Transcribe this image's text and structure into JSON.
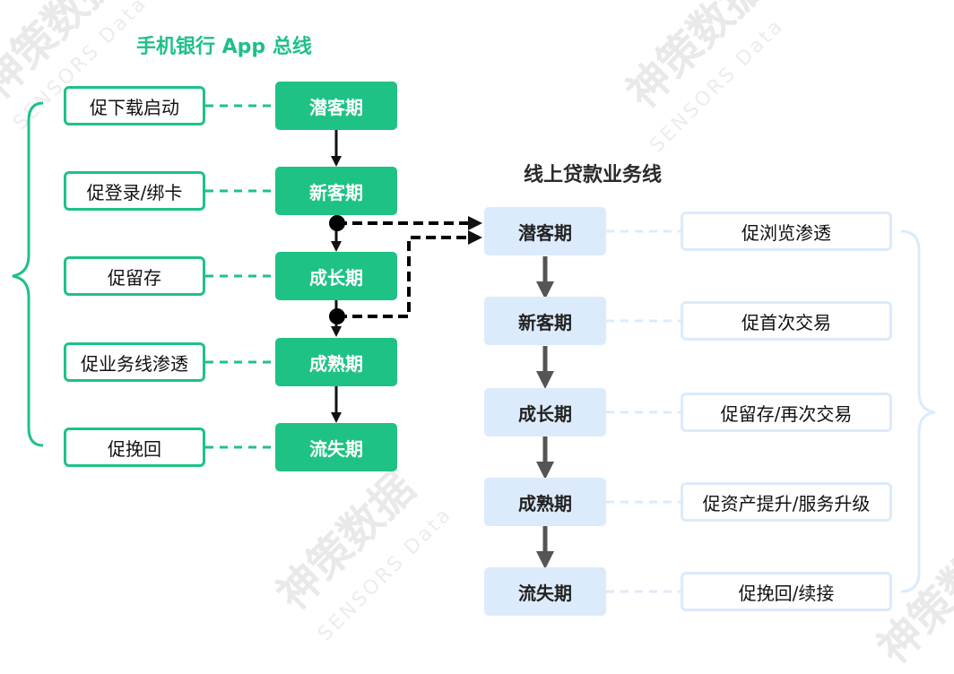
{
  "watermark": {
    "brand": "神策数据",
    "sub": "SENSORS Data"
  },
  "left": {
    "title": "手机银行 App 总线",
    "stages": [
      "潜客期",
      "新客期",
      "成长期",
      "成熟期",
      "流失期"
    ],
    "actions": [
      "促下载启动",
      "促登录/绑卡",
      "促留存",
      "促业务线渗透",
      "促挽回"
    ]
  },
  "right": {
    "title": "线上贷款业务线",
    "stages": [
      "潜客期",
      "新客期",
      "成长期",
      "成熟期",
      "流失期"
    ],
    "actions": [
      "促浏览渗透",
      "促首次交易",
      "促留存/再次交易",
      "促资产提升/服务升级",
      "促挽回/续接"
    ]
  },
  "colors": {
    "green": "#1ec285",
    "light_blue": "#dcebfb",
    "dark": "#222222",
    "arrow_gray": "#555555"
  }
}
